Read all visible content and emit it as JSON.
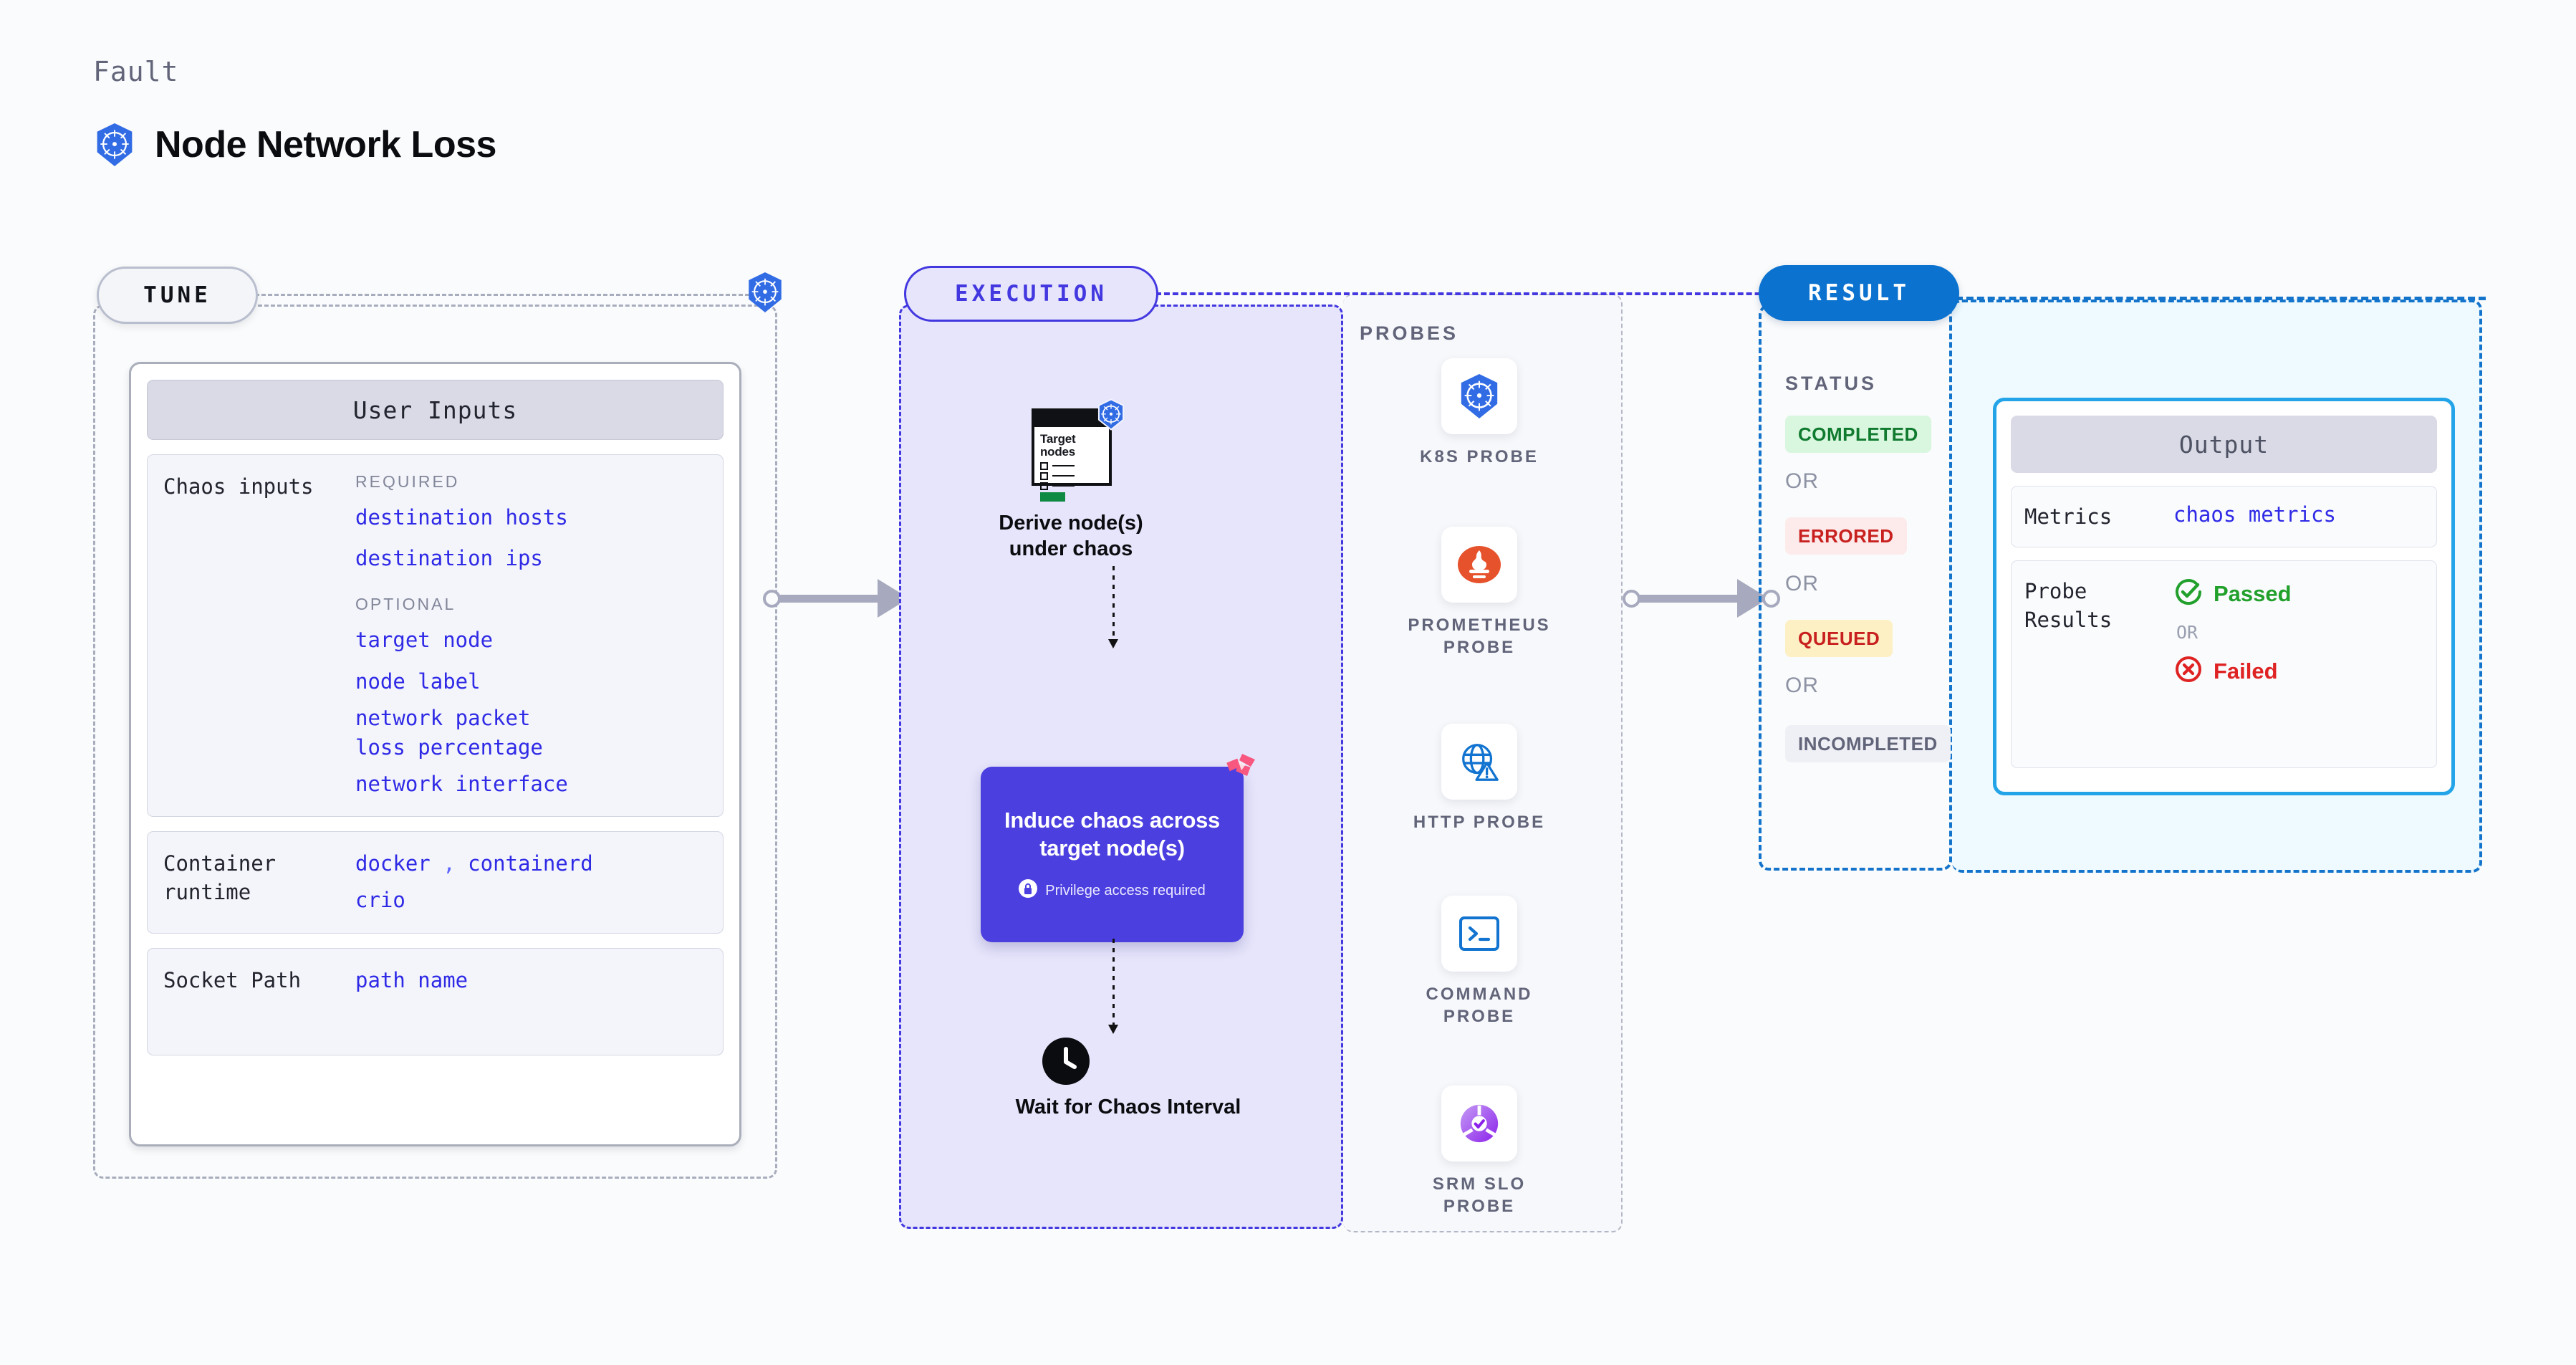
{
  "header": {
    "eyebrow": "Fault",
    "title": "Node Network Loss",
    "icon": "kubernetes-icon"
  },
  "stages": {
    "tune": {
      "badge": "TUNE"
    },
    "execution": {
      "badge": "EXECUTION"
    },
    "result": {
      "badge": "RESULT"
    }
  },
  "tune": {
    "card_title": "User Inputs",
    "sections": [
      {
        "label": "Chaos inputs",
        "groups": [
          {
            "label": "REQUIRED",
            "values": [
              "destination hosts",
              "destination ips"
            ]
          },
          {
            "label": "OPTIONAL",
            "values": [
              "target node",
              "node label",
              "network packet loss percentage",
              "network interface"
            ]
          }
        ]
      },
      {
        "label": "Container runtime",
        "values_line1_a": "docker",
        "values_line1_sep": ",",
        "values_line1_b": "containerd",
        "values_line2": "crio"
      },
      {
        "label": "Socket Path",
        "values_line1": "path name"
      }
    ]
  },
  "execution": {
    "nodes": {
      "derive": {
        "label": "Derive node(s) under chaos",
        "art_title": "Target nodes",
        "badge_icon": "kubernetes-icon"
      },
      "induce": {
        "title": "Induce chaos across target node(s)",
        "note": "Privilege access required",
        "note_icon": "lock-icon",
        "corner_icon": "litmus-logo-icon"
      },
      "wait": {
        "label": "Wait for Chaos Interval",
        "icon": "clock-icon"
      }
    }
  },
  "probes": {
    "title": "PROBES",
    "items": [
      {
        "name": "K8S PROBE",
        "icon": "kubernetes-icon"
      },
      {
        "name": "PROMETHEUS PROBE",
        "icon": "prometheus-icon"
      },
      {
        "name": "HTTP PROBE",
        "icon": "globe-warning-icon"
      },
      {
        "name": "COMMAND PROBE",
        "icon": "terminal-icon"
      },
      {
        "name": "SRM SLO PROBE",
        "icon": "srm-slo-icon"
      }
    ]
  },
  "result": {
    "status_title": "STATUS",
    "or_label": "OR",
    "statuses": [
      {
        "label": "COMPLETED",
        "bg": "#d9f6df",
        "fg": "#107a2e"
      },
      {
        "label": "ERRORED",
        "bg": "#fdeaea",
        "fg": "#c8201f"
      },
      {
        "label": "QUEUED",
        "bg": "#fdf0c4",
        "fg": "#c8201f"
      },
      {
        "label": "INCOMPLETED",
        "bg": "#eff0f5",
        "fg": "#62657a"
      }
    ],
    "output": {
      "title": "Output",
      "metrics_label": "Metrics",
      "metrics_value": "chaos metrics",
      "probe_results_label": "Probe Results",
      "passed_label": "Passed",
      "failed_label": "Failed",
      "or_label": "OR",
      "passed_color": "#22a02c",
      "failed_color": "#df2222"
    }
  },
  "colors": {
    "page_bg": "#fafbfc",
    "execution_bg": "#e6e5fb",
    "execution_accent": "#4338e0",
    "result_accent": "#1474cb",
    "result_pane_bg": "#eefaff",
    "induce_box": "#4b3fe0",
    "value_text": "#2f2ae6"
  }
}
